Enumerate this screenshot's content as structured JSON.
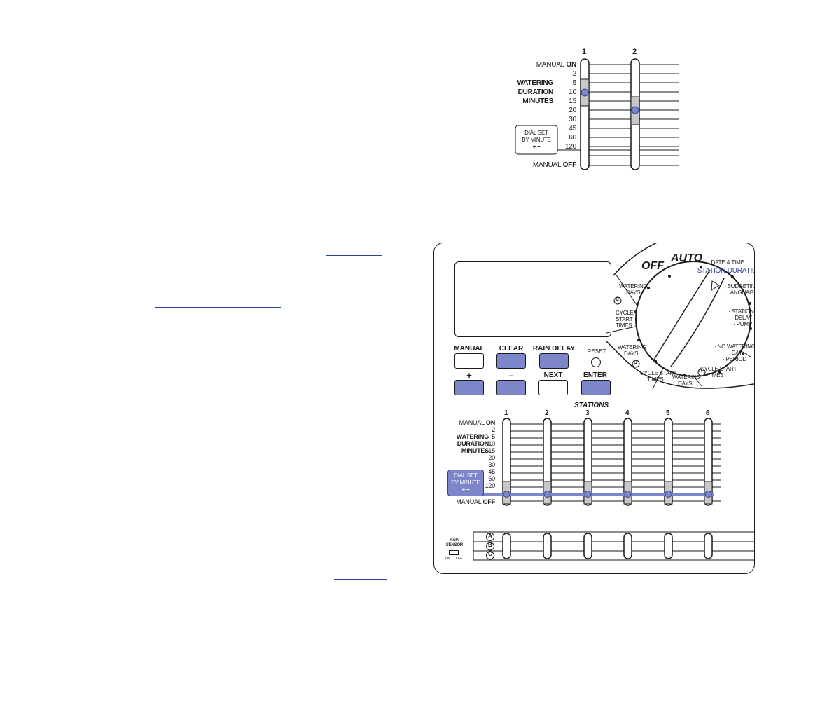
{
  "top_diagram": {
    "station_numbers": [
      "1",
      "2"
    ],
    "scale": {
      "manual_on_prefix": "MANUAL",
      "manual_on_suffix": "ON",
      "values": [
        "2",
        "5",
        "10",
        "15",
        "20",
        "30",
        "45",
        "60",
        "120"
      ],
      "manual_off_prefix": "MANUAL",
      "manual_off_suffix": "OFF",
      "watering": "WATERING",
      "duration": "DURATION",
      "minutes": "MINUTES",
      "dial_set_line1": "DIAL SET",
      "dial_set_line2": "BY MINUTE",
      "dial_set_line3": "+ –"
    },
    "slider_positions": [
      "10",
      "20"
    ]
  },
  "controller": {
    "dial": {
      "off": "OFF",
      "auto": "AUTO",
      "date_time": "· DATE & TIME",
      "station_duration": "· STATION DURATION",
      "budgeting": "· BUDGETING",
      "language": "· LANGUAGE",
      "station_delay_1": "· STATION",
      "station_delay_2": "DELAY",
      "station_delay_3": "· PUMP",
      "no_watering_1": "· NO WATERING",
      "no_watering_2": "DAY",
      "no_watering_3": "· PERIOD",
      "cycle_start_a_1": "CYCLE START",
      "cycle_start_a_2": "TIMES",
      "watering_days_a_1": "WATERING",
      "watering_days_a_2": "DAYS",
      "cycle_start_b_1": "CYCLE START",
      "cycle_start_b_2": "TIMES",
      "watering_days_b_1": "WATERING",
      "watering_days_b_2": "DAYS",
      "cycle_start_c_1": "CYCLE",
      "cycle_start_c_2": "START",
      "cycle_start_c_3": "TIMES",
      "watering_days_c_1": "WATERING",
      "watering_days_c_2": "DAYS",
      "marker_a": "A",
      "marker_b": "B",
      "marker_c": "C"
    },
    "buttons": {
      "manual": "MANUAL",
      "clear": "CLEAR",
      "rain_delay": "RAIN DELAY",
      "reset": "RESET",
      "plus": "+",
      "minus": "–",
      "next": "NEXT",
      "enter": "ENTER"
    },
    "stations_title": "STATIONS",
    "station_numbers": [
      "1",
      "2",
      "3",
      "4",
      "5",
      "6"
    ],
    "scale": {
      "manual_on_prefix": "MANUAL",
      "manual_on_suffix": "ON",
      "values": [
        "2",
        "5",
        "10",
        "15",
        "20",
        "30",
        "45",
        "60",
        "120"
      ],
      "manual_off_prefix": "MANUAL",
      "manual_off_suffix": "OFF",
      "watering": "WATERING",
      "duration": "DURATION",
      "minutes": "MINUTES",
      "dial_set_line1": "DIAL SET",
      "dial_set_line2": "BY MINUTE",
      "dial_set_line3": "+ –"
    },
    "slider_positions": [
      "120",
      "120",
      "120",
      "120",
      "120",
      "120"
    ],
    "programs": [
      "A",
      "B",
      "C"
    ],
    "rain_sensor": {
      "line1": "RAIN",
      "line2": "SENSOR",
      "on": "ON",
      "off": "OFF"
    }
  },
  "colors": {
    "accent_blue": "#7d86c9",
    "link_blue": "#2b3f9e",
    "slider_gray": "#c8c8c8"
  }
}
